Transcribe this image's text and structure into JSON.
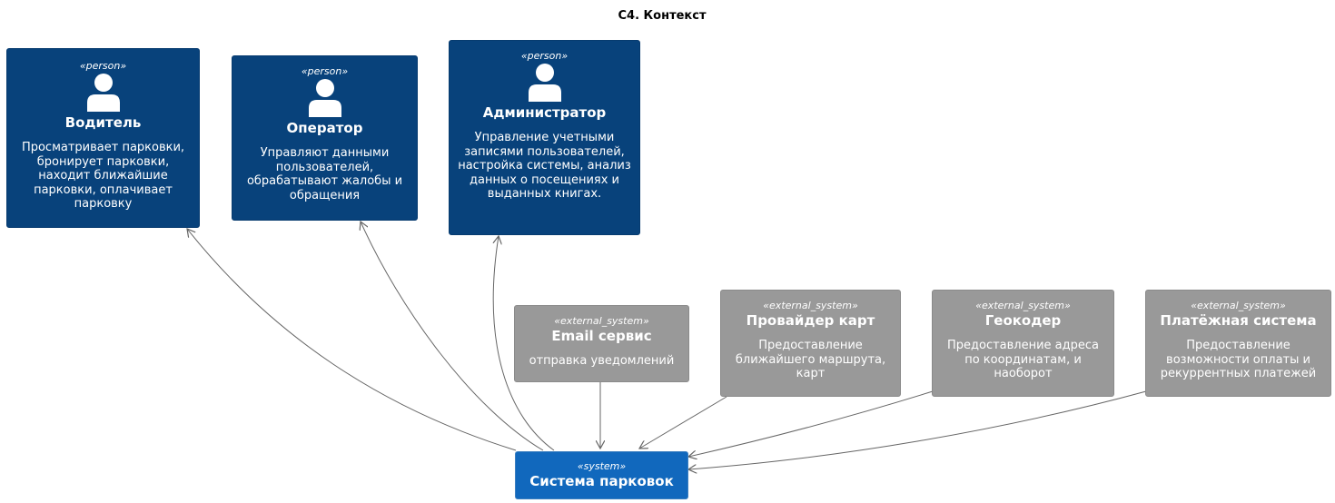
{
  "diagram": {
    "title": "C4. Контекст",
    "persons": [
      {
        "stereotype": "«person»",
        "name": "Водитель",
        "description": "Просматривает парковки, бронирует парковки, находит ближайшие парковки, оплачивает парковку"
      },
      {
        "stereotype": "«person»",
        "name": "Оператор",
        "description": "Управляют данными пользователей, обрабатывают жалобы и обращения"
      },
      {
        "stereotype": "«person»",
        "name": "Администратор",
        "description": "Управление учетными записями пользователей, настройка системы, анализ данных о посещениях и выданных книгах."
      }
    ],
    "external_systems": [
      {
        "stereotype": "«external_system»",
        "name": "Email сервис",
        "description": "отправка уведомлений"
      },
      {
        "stereotype": "«external_system»",
        "name": "Провайдер карт",
        "description": "Предоставление ближайшего маршрута, карт"
      },
      {
        "stereotype": "«external_system»",
        "name": "Геокодер",
        "description": "Предоставление адреса по координатам, и наоборот"
      },
      {
        "stereotype": "«external_system»",
        "name": "Платёжная система",
        "description": "Предоставление возможности оплаты и рекуррентных платежей"
      }
    ],
    "system": {
      "stereotype": "«system»",
      "name": "Система парковок"
    },
    "colors": {
      "person": "#08427b",
      "external_system": "#999999",
      "system": "#1168bd",
      "arrow": "#666666"
    },
    "relations": [
      {
        "from": "Система парковок",
        "to": "Водитель"
      },
      {
        "from": "Система парковок",
        "to": "Оператор"
      },
      {
        "from": "Система парковок",
        "to": "Администратор"
      },
      {
        "from": "Email сервис",
        "to": "Система парковок"
      },
      {
        "from": "Провайдер карт",
        "to": "Система парковок"
      },
      {
        "from": "Геокодер",
        "to": "Система парковок"
      },
      {
        "from": "Платёжная система",
        "to": "Система парковок"
      }
    ]
  }
}
